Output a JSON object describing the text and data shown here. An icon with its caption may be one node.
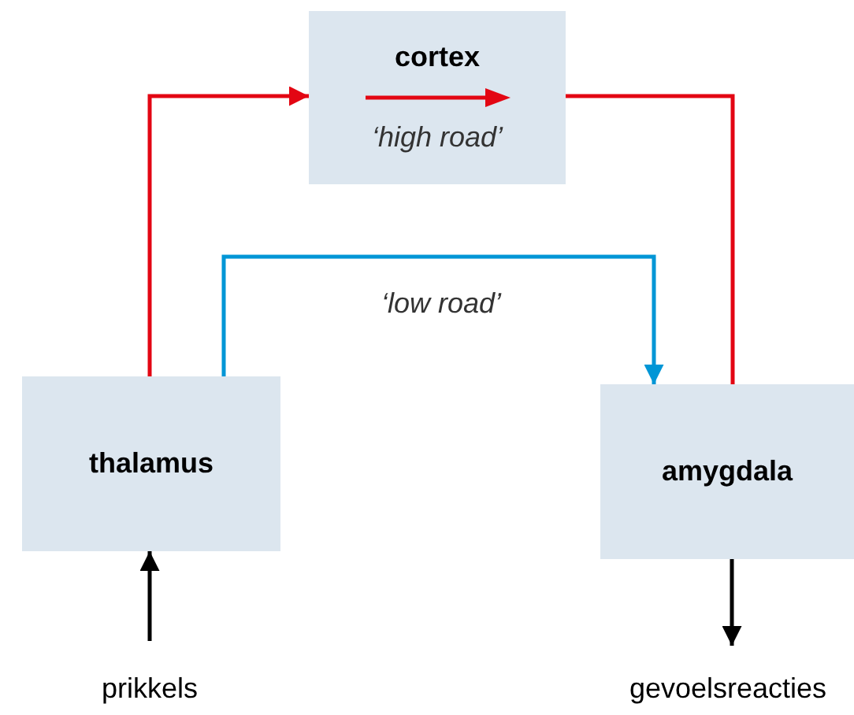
{
  "diagram": {
    "nodes": [
      {
        "text": [
          "cortex",
          "‘high road’"
        ]
      },
      {
        "text": [
          "thalamus"
        ]
      },
      {
        "text": [
          "amygdala"
        ]
      },
      {
        "text": [
          "prikkels"
        ]
      },
      {
        "text": [
          "gevoelsreacties"
        ]
      }
    ],
    "edges": [
      {
        "from": 1,
        "to": 0,
        "arrow": "to",
        "color": "#e30613"
      },
      {
        "from": 0,
        "to": 2,
        "arrow": "none",
        "color": "#e30613"
      },
      {
        "from": 1,
        "to": 2,
        "arrow": "to",
        "label": "‘low road’",
        "color": "#0096d6"
      },
      {
        "from": 3,
        "to": 1,
        "arrow": "to",
        "color": "#000000"
      },
      {
        "from": 2,
        "to": 4,
        "arrow": "to",
        "color": "#000000"
      }
    ]
  }
}
